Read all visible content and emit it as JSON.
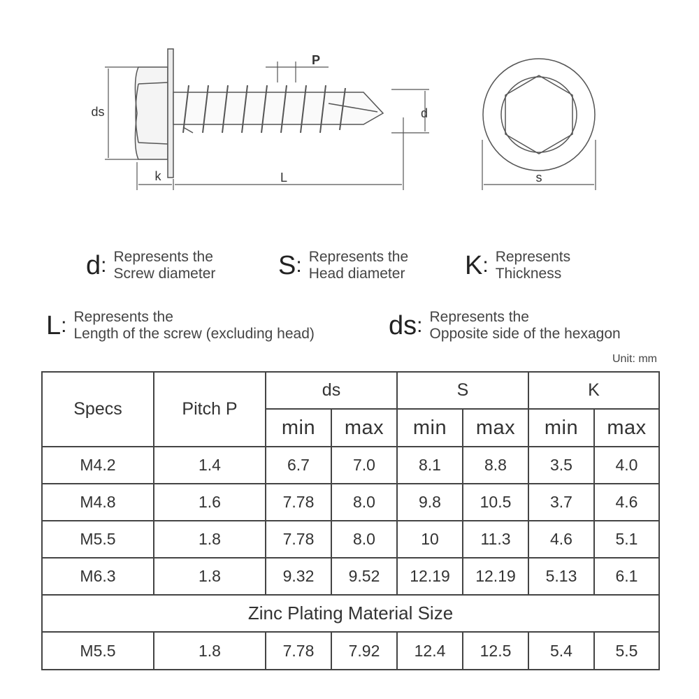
{
  "diagram": {
    "labels": {
      "ds": "ds",
      "k": "k",
      "L": "L",
      "P": "P",
      "d": "d",
      "s": "s"
    }
  },
  "legend": [
    {
      "symbol": "d",
      "line1": "Represents the",
      "line2": "Screw diameter"
    },
    {
      "symbol": "S",
      "line1": "Represents the",
      "line2": "Head diameter"
    },
    {
      "symbol": "K",
      "line1": "Represents",
      "line2": "Thickness"
    },
    {
      "symbol": "L",
      "line1": "Represents the",
      "line2": "Length of the screw (excluding head)"
    },
    {
      "symbol": "ds",
      "line1": "Represents the",
      "line2": "Opposite side of the hexagon"
    }
  ],
  "unit": "Unit: mm",
  "table": {
    "headers": {
      "specs": "Specs",
      "pitch": "Pitch P",
      "ds": "ds",
      "s": "S",
      "k": "K",
      "min": "min",
      "max": "max"
    },
    "rows": [
      [
        "M4.2",
        "1.4",
        "6.7",
        "7.0",
        "8.1",
        "8.8",
        "3.5",
        "4.0"
      ],
      [
        "M4.8",
        "1.6",
        "7.78",
        "8.0",
        "9.8",
        "10.5",
        "3.7",
        "4.6"
      ],
      [
        "M5.5",
        "1.8",
        "7.78",
        "8.0",
        "10",
        "11.3",
        "4.6",
        "5.1"
      ],
      [
        "M6.3",
        "1.8",
        "9.32",
        "9.52",
        "12.19",
        "12.19",
        "5.13",
        "6.1"
      ]
    ],
    "section_note": "Zinc Plating Material Size",
    "zinc_row": [
      "M5.5",
      "1.8",
      "7.78",
      "7.92",
      "12.4",
      "12.5",
      "5.4",
      "5.5"
    ]
  }
}
